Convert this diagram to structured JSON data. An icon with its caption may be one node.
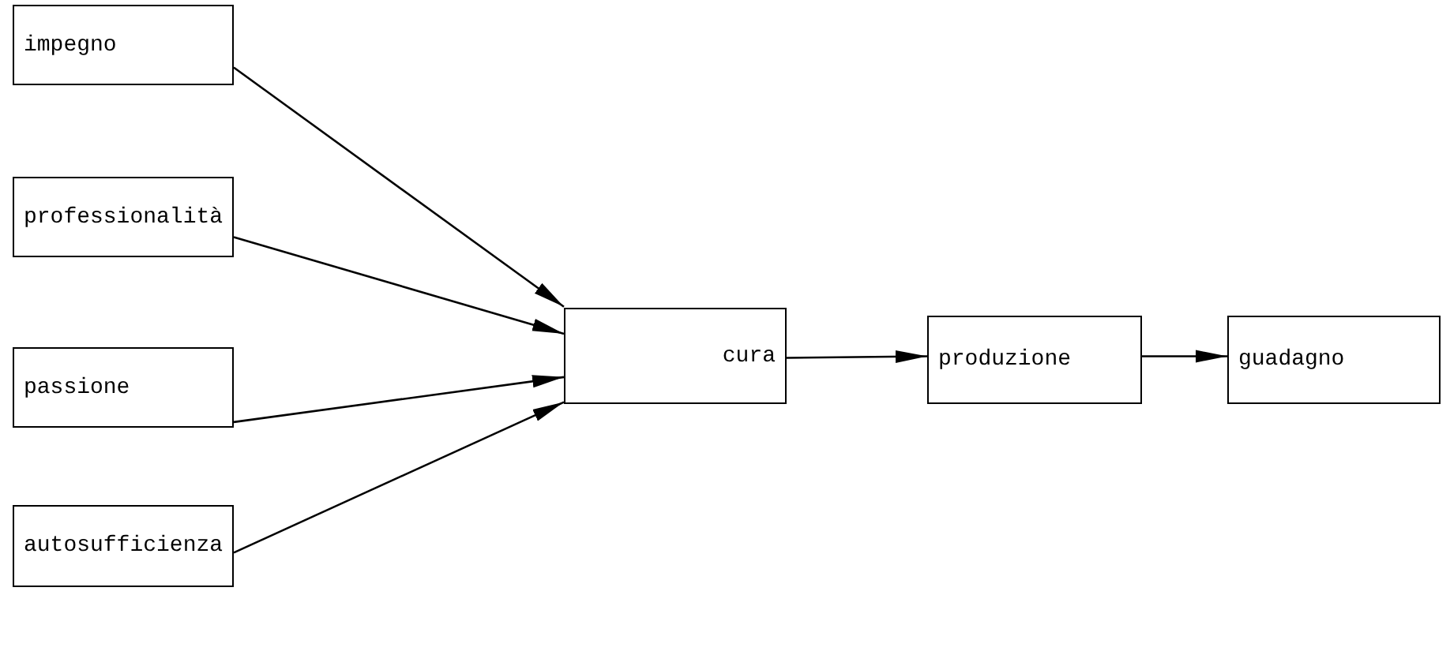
{
  "diagram": {
    "nodes": [
      {
        "text": [
          "impegno"
        ]
      },
      {
        "text": [
          "professionalità"
        ]
      },
      {
        "text": [
          "passione"
        ]
      },
      {
        "text": [
          "autosufficienza"
        ]
      },
      {
        "text": [
          "cura"
        ]
      },
      {
        "text": [
          "produzione"
        ]
      },
      {
        "text": [
          "guadagno"
        ]
      }
    ],
    "edges": [
      {
        "from": 0,
        "to": 4,
        "arrow": "to"
      },
      {
        "from": 1,
        "to": 4,
        "arrow": "to"
      },
      {
        "from": 2,
        "to": 4,
        "arrow": "to"
      },
      {
        "from": 3,
        "to": 4,
        "arrow": "to"
      },
      {
        "from": 4,
        "to": 5,
        "arrow": "to"
      },
      {
        "from": 5,
        "to": 6,
        "arrow": "to"
      }
    ]
  }
}
